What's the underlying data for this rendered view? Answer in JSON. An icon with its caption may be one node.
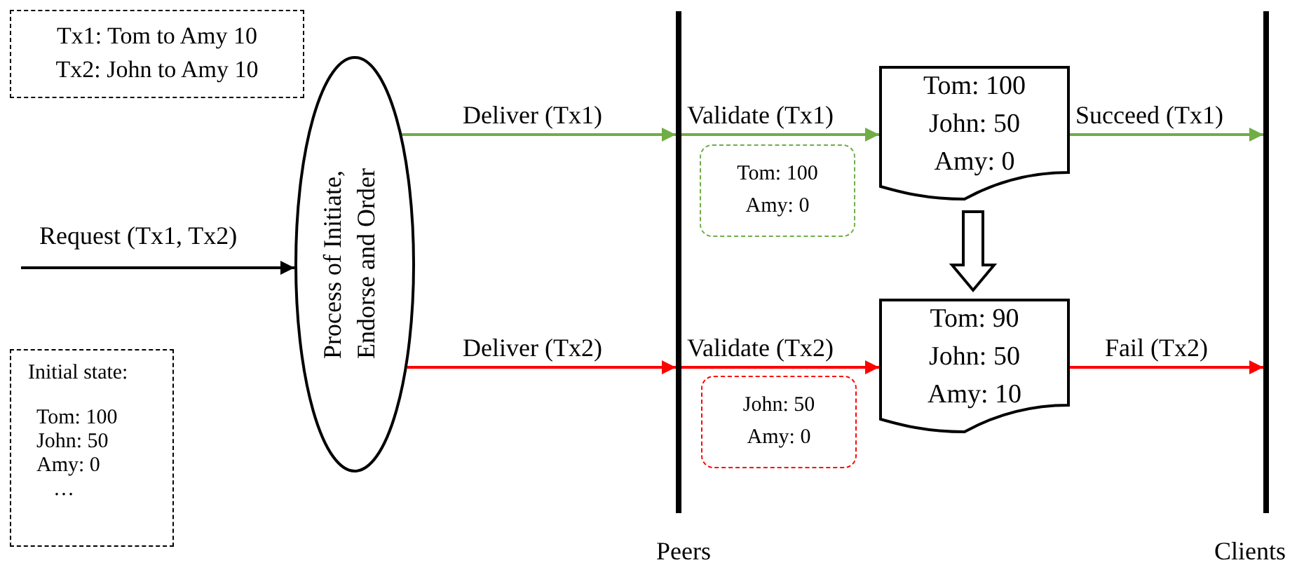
{
  "diagram": {
    "nodes": [
      {
        "text": [
          "Tx1: Tom to Amy 10",
          "Tx2: John to Amy 10"
        ]
      },
      {
        "text": [
          "Initial state:",
          "Tom: 100",
          "John: 50",
          "Amy: 0",
          "…"
        ]
      },
      {
        "text": [
          "Process of Initiate, Endorse and Order"
        ]
      },
      {
        "text": [],
        "shape": "bar",
        "beside": [
          "Peers"
        ]
      },
      {
        "text": [],
        "shape": "bar",
        "beside": [
          "Clients"
        ]
      },
      {
        "text": [
          "Tom: 100",
          "John: 50",
          "Amy: 0"
        ]
      },
      {
        "text": [
          "Tom: 90",
          "John: 50",
          "Amy: 10"
        ]
      },
      {
        "text": [
          "Tom: 100",
          "Amy: 0"
        ]
      },
      {
        "text": [
          "John: 50",
          "Amy: 0"
        ]
      }
    ],
    "edges": [
      {
        "from": null,
        "to": 2,
        "arrow": "to",
        "label": "Request (Tx1, Tx2)",
        "color": "#000000"
      },
      {
        "from": 2,
        "to": 3,
        "arrow": "to",
        "label": "Deliver (Tx1)",
        "color": "#70ad47"
      },
      {
        "from": 3,
        "to": 5,
        "arrow": "to",
        "label": "Validate (Tx1)",
        "color": "#70ad47"
      },
      {
        "from": 5,
        "to": 4,
        "arrow": "to",
        "label": "Succeed (Tx1)",
        "color": "#70ad47"
      },
      {
        "from": 2,
        "to": 3,
        "arrow": "to",
        "label": "Deliver (Tx2)",
        "color": "#ff0000"
      },
      {
        "from": 3,
        "to": 6,
        "arrow": "to",
        "label": "Validate (Tx2)",
        "color": "#ff0000"
      },
      {
        "from": 6,
        "to": 4,
        "arrow": "to",
        "label": "Fail (Tx2)",
        "color": "#ff0000"
      },
      {
        "from": 5,
        "to": 6,
        "arrow": "to",
        "style": "thick"
      }
    ]
  }
}
